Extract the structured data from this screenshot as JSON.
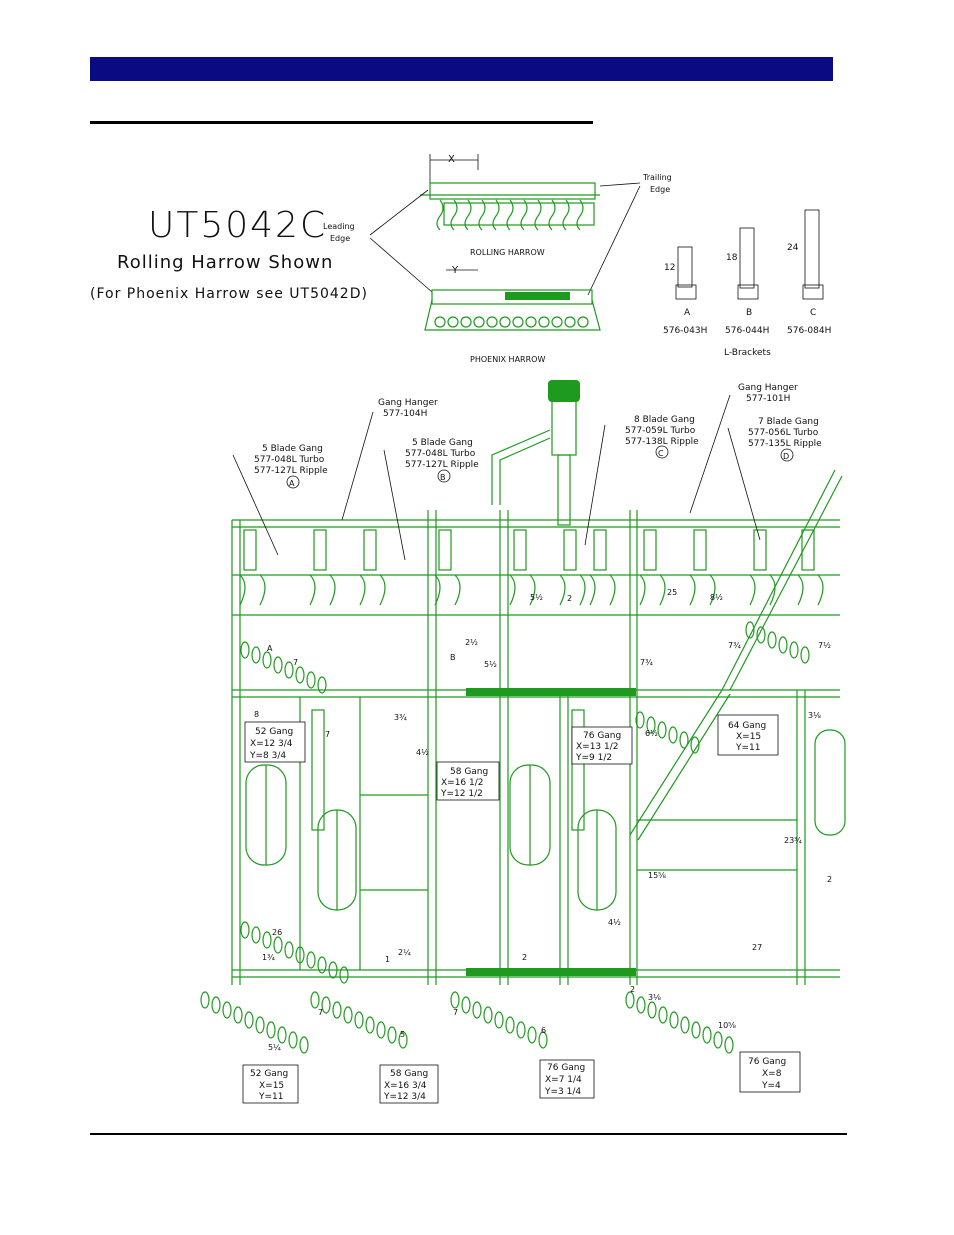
{
  "page": {
    "title": "UT5042C",
    "subtitle": "Rolling Harrow Shown",
    "note": "(For Phoenix Harrow see UT5042D)"
  },
  "harrow_inset": {
    "dim_x": "X",
    "dim_y": "Y",
    "trailing_edge_1": "Trailing",
    "trailing_edge_2": "Edge",
    "leading_edge_1": "Leading",
    "leading_edge_2": "Edge",
    "rolling_label": "ROLLING HARROW",
    "phoenix_label": "PHOENIX HARROW"
  },
  "brackets": {
    "items": [
      {
        "letter": "A",
        "height": "12",
        "part": "576-043H"
      },
      {
        "letter": "B",
        "height": "18",
        "part": "576-044H"
      },
      {
        "letter": "C",
        "height": "24",
        "part": "576-084H"
      }
    ],
    "caption": "L-Brackets"
  },
  "callouts": [
    {
      "l1": "Gang Hanger",
      "l2": "577-104H"
    },
    {
      "l1": "5 Blade Gang",
      "l2": "577-048L Turbo",
      "l3": "577-127L Ripple",
      "tag": "A"
    },
    {
      "l1": "5 Blade Gang",
      "l2": "577-048L Turbo",
      "l3": "577-127L Ripple",
      "tag": "B"
    },
    {
      "l1": "8 Blade Gang",
      "l2": "577-059L Turbo",
      "l3": "577-138L Ripple",
      "tag": "C"
    },
    {
      "l1": "Gang Hanger",
      "l2": "577-101H"
    },
    {
      "l1": "7 Blade Gang",
      "l2": "577-056L Turbo",
      "l3": "577-135L Ripple",
      "tag": "D"
    }
  ],
  "gang_boxes": [
    {
      "name": "52 Gang",
      "x": "X=12 3/4",
      "y": "Y=8 3/4"
    },
    {
      "name": "58 Gang",
      "x": "X=16 1/2",
      "y": "Y=12 1/2"
    },
    {
      "name": "76 Gang",
      "x": "X=13 1/2",
      "y": "Y=9 1/2"
    },
    {
      "name": "64 Gang",
      "x": "X=15",
      "y": "Y=11"
    },
    {
      "name": "52 Gang",
      "x": "X=15",
      "y": "Y=11"
    },
    {
      "name": "58 Gang",
      "x": "X=16 3/4",
      "y": "Y=12 3/4"
    },
    {
      "name": "76 Gang",
      "x": "X=7 1/4",
      "y": "Y=3 1/4"
    },
    {
      "name": "76 Gang",
      "x": "X=8",
      "y": "Y=4"
    }
  ],
  "dimensions": [
    "7",
    "8",
    "7",
    "26",
    "1¾",
    "2¼",
    "1",
    "2",
    "7",
    "5",
    "6",
    "7",
    "5¼",
    "2½",
    "5½",
    "5½",
    "2",
    "3¾",
    "4½",
    "6½",
    "7¾",
    "7¾",
    "7½",
    "2",
    "23¾",
    "15⅝",
    "2",
    "4½",
    "27",
    "10⅝",
    "3⅛",
    "3⅛",
    "25",
    "8½",
    "A",
    "B"
  ]
}
